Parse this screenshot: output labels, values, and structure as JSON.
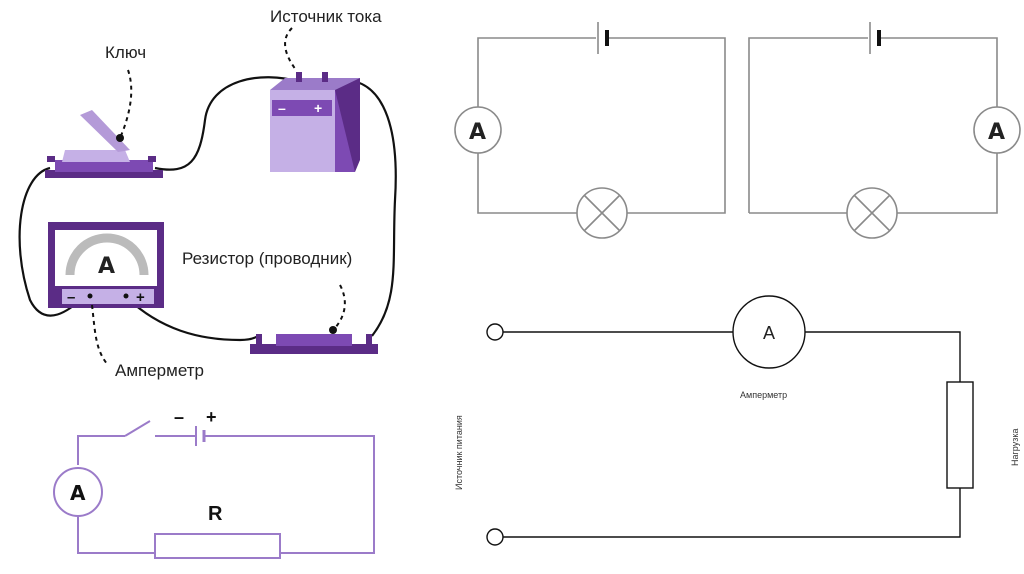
{
  "illustration": {
    "source_label": "Источник тока",
    "key_label": "Ключ",
    "resistor_label": "Резистор (проводник)",
    "ammeter_label": "Амперметр",
    "meter_letter": "A",
    "battery_minus": "–",
    "battery_plus": "+",
    "meter_minus": "–",
    "meter_plus": "+"
  },
  "purple_schematic": {
    "minus": "–",
    "plus": "+",
    "ammeter_letter": "A",
    "resistor_letter": "R"
  },
  "circuit_left": {
    "ammeter_letter": "A"
  },
  "circuit_right": {
    "ammeter_letter": "A"
  },
  "bottom_schematic": {
    "ammeter_letter": "A",
    "ammeter_label": "Амперметр",
    "source_label": "Источник питания",
    "load_label": "Нагрузка"
  },
  "colors": {
    "purple_dark": "#5b2c86",
    "purple_mid": "#7d4ab3",
    "purple_light": "#c5b0e6",
    "schematic_purple": "#9b7bc9",
    "line_gray": "#8a8a8a"
  }
}
